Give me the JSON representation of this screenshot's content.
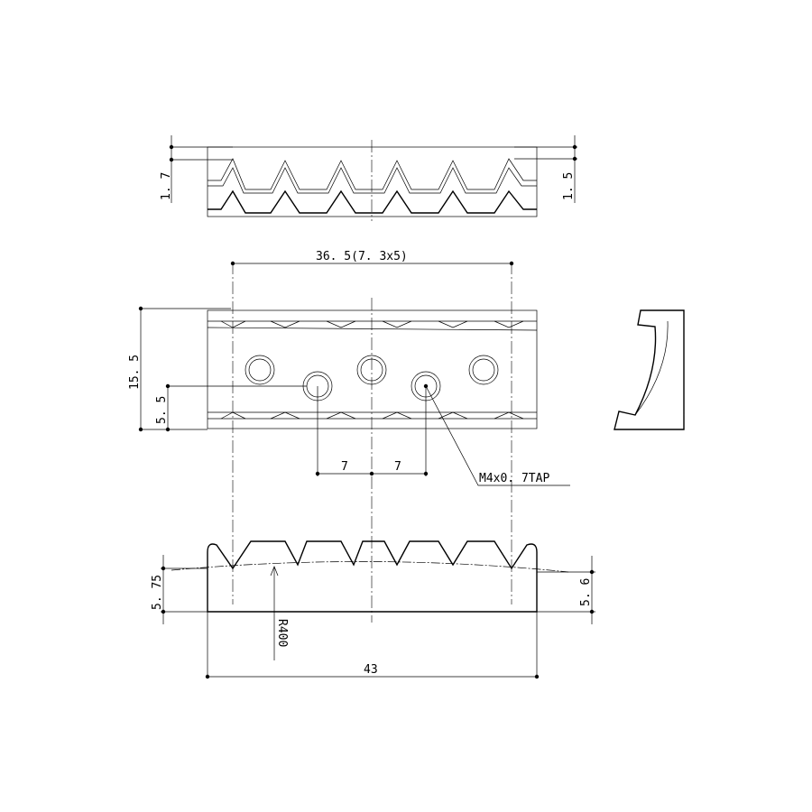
{
  "dimensions": {
    "top_left_thickness": "1. 7",
    "top_right_thickness": "1. 5",
    "spacing": "36. 5(7. 3x5)",
    "height": "15. 5",
    "hole_height": "5. 5",
    "hole_pitch_left": "7",
    "hole_pitch_right": "7",
    "tap": "M4x0. 7TAP",
    "left_height": "5. 75",
    "right_height": "5. 6",
    "radius": "R400",
    "width": "43"
  }
}
